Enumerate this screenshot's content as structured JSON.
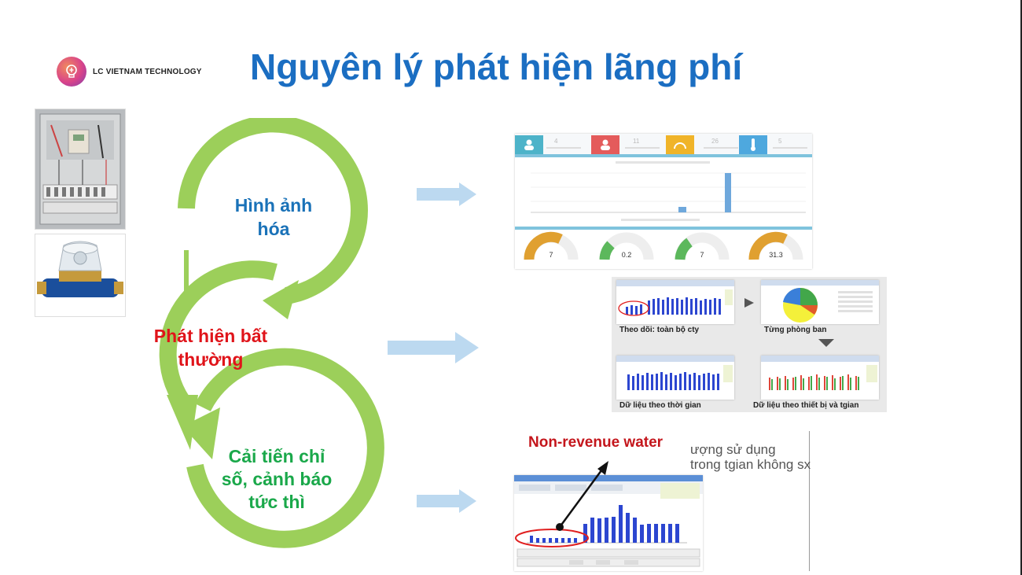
{
  "header": {
    "logo_text": "LC VIETNAM TECHNOLOGY",
    "title": "Nguyên lý phát hiện lãng phí"
  },
  "cycle": {
    "colors": {
      "ring": "#9ccf5a",
      "label_blue": "#1a72b8",
      "label_red": "#e0141a",
      "label_green": "#1aa84a"
    },
    "steps": [
      {
        "lines": [
          "Hình ảnh",
          "hóa"
        ]
      },
      {
        "lines": [
          "Phát hiện bất",
          "thường"
        ]
      },
      {
        "lines": [
          "Cải tiến chỉ",
          "số, cảnh báo",
          "tức thì"
        ]
      }
    ]
  },
  "dashboard": {
    "stat_cards": [
      {
        "value": "4",
        "color": "#4db3c9"
      },
      {
        "value": "11",
        "color": "#e45b5b"
      },
      {
        "value": "26",
        "color": "#f0b429"
      },
      {
        "value": "5",
        "color": "#4ea8de"
      }
    ],
    "gauges": [
      {
        "value": "7",
        "color": "#e0a030"
      },
      {
        "value": "0.2",
        "color": "#5cb85c"
      },
      {
        "value": "7",
        "color": "#5cb85c"
      },
      {
        "value": "31.3",
        "color": "#e0a030"
      }
    ]
  },
  "analysis": {
    "captions": [
      "Theo dõi: toàn bộ cty",
      "Từng phòng ban",
      "Dữ liệu theo thời gian",
      "Dữ liệu theo thiết bị và tgian"
    ]
  },
  "nrw": {
    "label": "Non-revenue water",
    "note_lines": [
      "ượng sử dụng",
      "trong tgian không sx"
    ]
  }
}
